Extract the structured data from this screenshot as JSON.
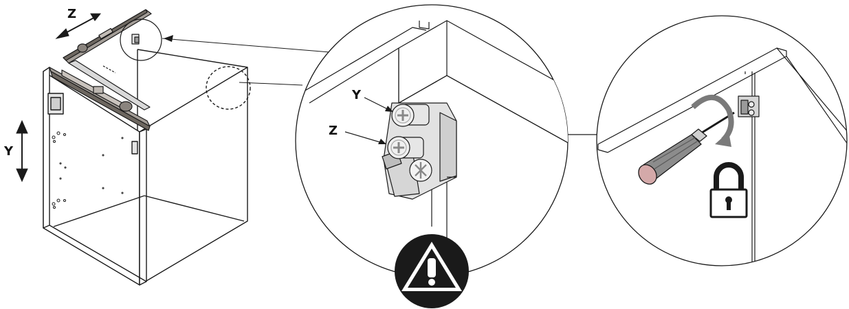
{
  "labels": {
    "z_axis": "Z",
    "y_axis": "Y",
    "screw_y": "Y",
    "screw_z": "Z"
  },
  "icons": {
    "warning": "warning-icon",
    "lock": "lock-icon",
    "screwdriver": "screwdriver-icon",
    "rotate": "rotate-arrow-icon"
  },
  "colors": {
    "line": "#1a1a1a",
    "rail": "#a39d97",
    "rail_dark": "#6d6760",
    "metal": "#d9d9d9",
    "handle": "#8c8c8c",
    "handle_tip": "#d4a9a9",
    "arrow_grey": "#7a7a7a"
  }
}
